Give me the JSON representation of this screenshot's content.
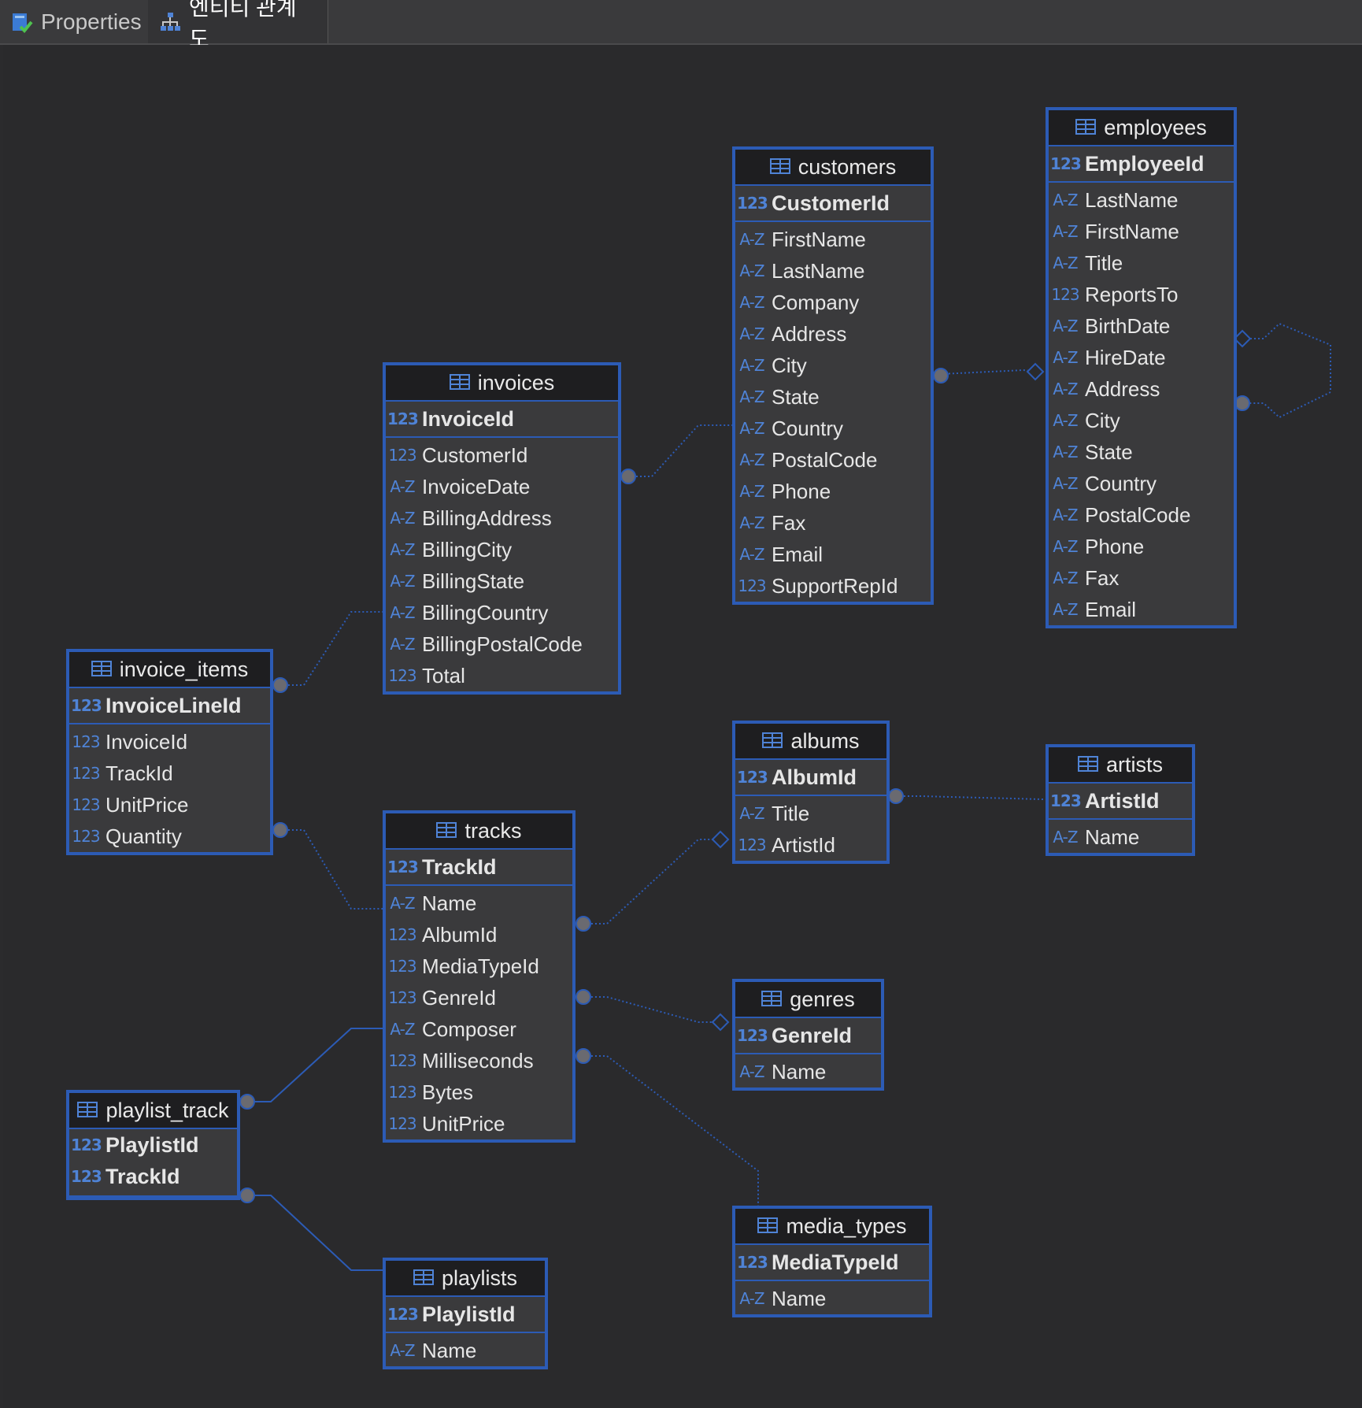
{
  "tabs": [
    {
      "label": "Properties",
      "icon": "properties-icon"
    },
    {
      "label": "엔티티 관계도",
      "icon": "er-diagram-icon"
    }
  ],
  "type_labels": {
    "num": "123",
    "text": "A-Z"
  },
  "colors": {
    "accent": "#2c5bb5",
    "type_label": "#4f83d6",
    "background": "#2a2a2c",
    "connector_dot": "#6a6a70"
  },
  "entities": {
    "customers": {
      "name": "customers",
      "pk": {
        "type": "123",
        "name": "CustomerId"
      },
      "columns": [
        {
          "type": "A-Z",
          "name": "FirstName"
        },
        {
          "type": "A-Z",
          "name": "LastName"
        },
        {
          "type": "A-Z",
          "name": "Company"
        },
        {
          "type": "A-Z",
          "name": "Address"
        },
        {
          "type": "A-Z",
          "name": "City"
        },
        {
          "type": "A-Z",
          "name": "State"
        },
        {
          "type": "A-Z",
          "name": "Country"
        },
        {
          "type": "A-Z",
          "name": "PostalCode"
        },
        {
          "type": "A-Z",
          "name": "Phone"
        },
        {
          "type": "A-Z",
          "name": "Fax"
        },
        {
          "type": "A-Z",
          "name": "Email"
        },
        {
          "type": "123",
          "name": "SupportRepId"
        }
      ]
    },
    "employees": {
      "name": "employees",
      "pk": {
        "type": "123",
        "name": "EmployeeId"
      },
      "columns": [
        {
          "type": "A-Z",
          "name": "LastName"
        },
        {
          "type": "A-Z",
          "name": "FirstName"
        },
        {
          "type": "A-Z",
          "name": "Title"
        },
        {
          "type": "123",
          "name": "ReportsTo"
        },
        {
          "type": "A-Z",
          "name": "BirthDate"
        },
        {
          "type": "A-Z",
          "name": "HireDate"
        },
        {
          "type": "A-Z",
          "name": "Address"
        },
        {
          "type": "A-Z",
          "name": "City"
        },
        {
          "type": "A-Z",
          "name": "State"
        },
        {
          "type": "A-Z",
          "name": "Country"
        },
        {
          "type": "A-Z",
          "name": "PostalCode"
        },
        {
          "type": "A-Z",
          "name": "Phone"
        },
        {
          "type": "A-Z",
          "name": "Fax"
        },
        {
          "type": "A-Z",
          "name": "Email"
        }
      ]
    },
    "invoices": {
      "name": "invoices",
      "pk": {
        "type": "123",
        "name": "InvoiceId"
      },
      "columns": [
        {
          "type": "123",
          "name": "CustomerId"
        },
        {
          "type": "A-Z",
          "name": "InvoiceDate"
        },
        {
          "type": "A-Z",
          "name": "BillingAddress"
        },
        {
          "type": "A-Z",
          "name": "BillingCity"
        },
        {
          "type": "A-Z",
          "name": "BillingState"
        },
        {
          "type": "A-Z",
          "name": "BillingCountry"
        },
        {
          "type": "A-Z",
          "name": "BillingPostalCode"
        },
        {
          "type": "123",
          "name": "Total"
        }
      ]
    },
    "invoice_items": {
      "name": "invoice_items",
      "pk": {
        "type": "123",
        "name": "InvoiceLineId"
      },
      "columns": [
        {
          "type": "123",
          "name": "InvoiceId"
        },
        {
          "type": "123",
          "name": "TrackId"
        },
        {
          "type": "123",
          "name": "UnitPrice"
        },
        {
          "type": "123",
          "name": "Quantity"
        }
      ]
    },
    "albums": {
      "name": "albums",
      "pk": {
        "type": "123",
        "name": "AlbumId"
      },
      "columns": [
        {
          "type": "A-Z",
          "name": "Title"
        },
        {
          "type": "123",
          "name": "ArtistId"
        }
      ]
    },
    "artists": {
      "name": "artists",
      "pk": {
        "type": "123",
        "name": "ArtistId"
      },
      "columns": [
        {
          "type": "A-Z",
          "name": "Name"
        }
      ]
    },
    "tracks": {
      "name": "tracks",
      "pk": {
        "type": "123",
        "name": "TrackId"
      },
      "columns": [
        {
          "type": "A-Z",
          "name": "Name"
        },
        {
          "type": "123",
          "name": "AlbumId"
        },
        {
          "type": "123",
          "name": "MediaTypeId"
        },
        {
          "type": "123",
          "name": "GenreId"
        },
        {
          "type": "A-Z",
          "name": "Composer"
        },
        {
          "type": "123",
          "name": "Milliseconds"
        },
        {
          "type": "123",
          "name": "Bytes"
        },
        {
          "type": "123",
          "name": "UnitPrice"
        }
      ]
    },
    "genres": {
      "name": "genres",
      "pk": {
        "type": "123",
        "name": "GenreId"
      },
      "columns": [
        {
          "type": "A-Z",
          "name": "Name"
        }
      ]
    },
    "playlist_track": {
      "name": "playlist_track",
      "pk": null,
      "keys": [
        {
          "type": "123",
          "name": "PlaylistId"
        },
        {
          "type": "123",
          "name": "TrackId"
        }
      ],
      "columns": []
    },
    "playlists": {
      "name": "playlists",
      "pk": {
        "type": "123",
        "name": "PlaylistId"
      },
      "columns": [
        {
          "type": "A-Z",
          "name": "Name"
        }
      ]
    },
    "media_types": {
      "name": "media_types",
      "pk": {
        "type": "123",
        "name": "MediaTypeId"
      },
      "columns": [
        {
          "type": "A-Z",
          "name": "Name"
        }
      ]
    }
  }
}
